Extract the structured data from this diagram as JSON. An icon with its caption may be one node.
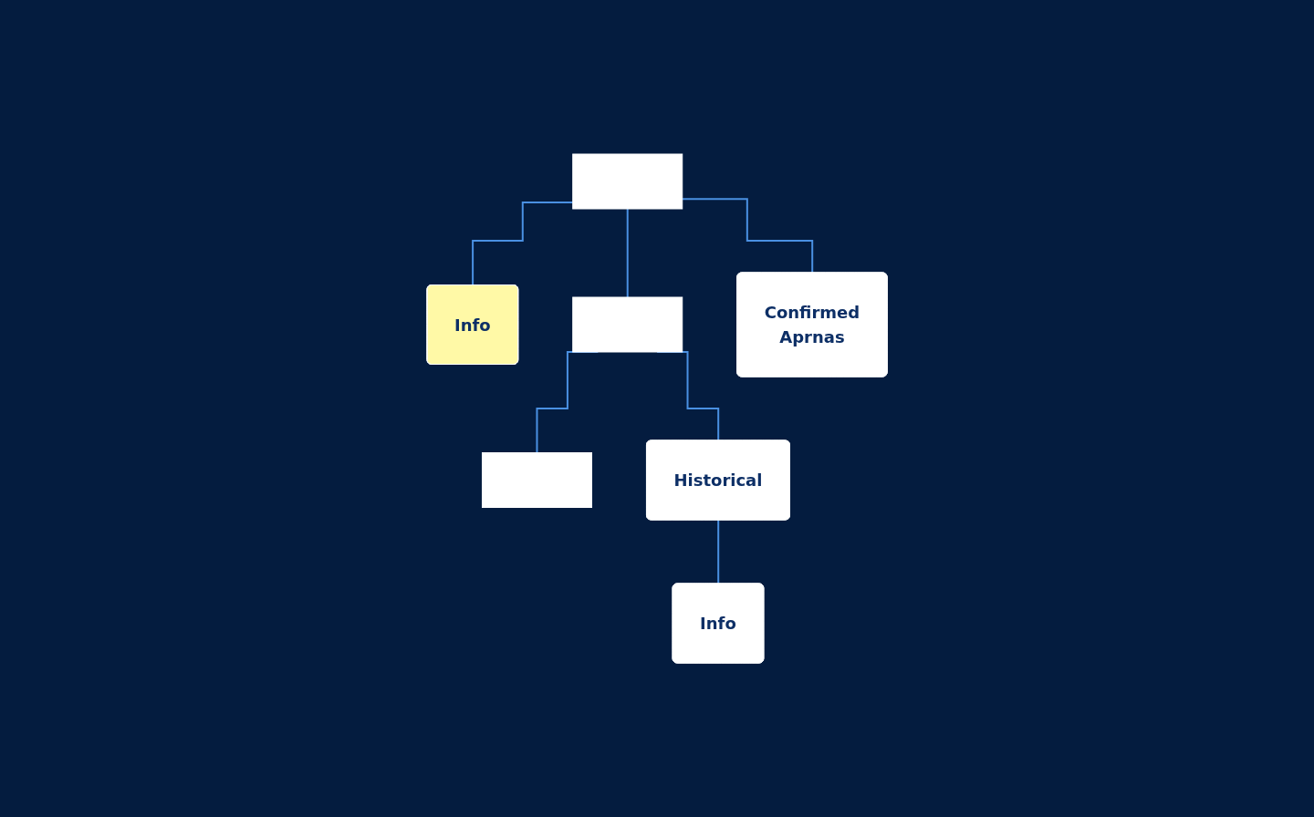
{
  "diagram": {
    "nodes": [
      {
        "text": [],
        "shape": "box"
      },
      {
        "text": [
          "Info"
        ]
      },
      {
        "text": [],
        "shape": "box"
      },
      {
        "text": [
          "Confirmed",
          "Aprnas"
        ]
      },
      {
        "text": [],
        "shape": "box"
      },
      {
        "text": [
          "Historical"
        ]
      },
      {
        "text": [
          "Info"
        ]
      }
    ],
    "edges": [
      {
        "from": 0,
        "to": 1,
        "arrow": "none"
      },
      {
        "from": 0,
        "to": 2,
        "arrow": "none"
      },
      {
        "from": 0,
        "to": 3,
        "arrow": "none"
      },
      {
        "from": 2,
        "to": 4,
        "arrow": "none"
      },
      {
        "from": 2,
        "to": 5,
        "arrow": "none"
      },
      {
        "from": 5,
        "to": 6,
        "arrow": "none"
      }
    ]
  }
}
